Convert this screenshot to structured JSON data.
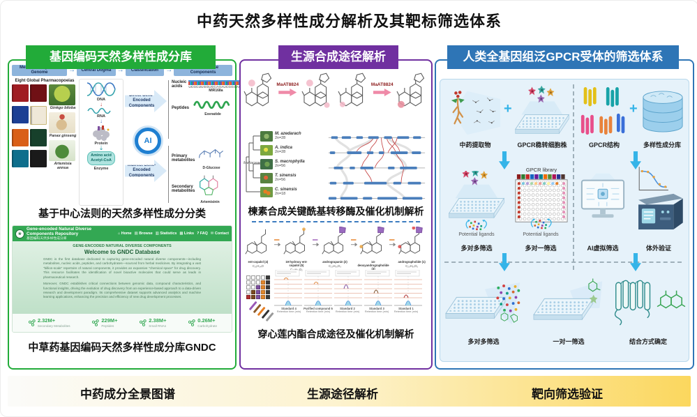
{
  "title": "中药天然多样性成分解析及其靶标筛选体系",
  "left": {
    "header": "基因编码天然多样性成分库",
    "flow": [
      "Medicinal Organism  Genome",
      "Central Dogma",
      "Classification",
      "Natural  Diverse Components"
    ],
    "pharm": "Eight Global Pharmacopoeias",
    "plants": [
      "Ginkgo biloba",
      "Panax ginseng",
      "Artemisia annua"
    ],
    "dogma": {
      "dna": "DNA",
      "rna": "RNA",
      "protein": "Protein",
      "amino1": "Amino acid",
      "amino2": "Acetyl-CoA",
      "enzyme": "Enzyme"
    },
    "ai": "AI",
    "direct": "Direct Gene-Encoded Components",
    "indirect": "Indirect Gene-Encoded Components",
    "out": {
      "nucleic_label": "Nucleic acids",
      "nucleic_seq": "UCGCUUGGUGCAGAUCGGGAC",
      "nucleic_name": "MIR168a",
      "pep_label": "Peptides",
      "pep_name": "Exenatide",
      "prim_label": "Primary metabolites",
      "prim_name": "D-Glucose",
      "sec_label": "Secondary metabolites",
      "sec_name": "Artemisinin"
    },
    "caption1": "基于中心法则的天然多样性成分分类",
    "gndc": {
      "title": "Gene-encoded Natural Diverse Components Repository",
      "subtitle": "基因编码天然多样性成分库",
      "nav": [
        "Home",
        "Browse",
        "Statistics",
        "Links",
        "FAQ",
        "Contact"
      ],
      "nav_icons": [
        "⌂",
        "▤",
        "▥",
        "▦",
        "?",
        "✉"
      ],
      "tagline": "GENE-ENCODED NATURAL DIVERSE COMPONENTS",
      "welcome": "Welcome to GNDC Database",
      "para1": "GNDC is the first database dedicated to capturing gene-encoded natural diverse components—including metabolites, nucleic acids, peptides, and carbohydrates—sourced from herbal medicines. By integrating a vast \"billion-scale\" repertoire of natural components, it provides an expansive \"chemical space\" for drug discovery. This resource facilitates the identification of novel bioactive molecules that could serve as leads in pharmaceutical research.",
      "para2": "Moreover, GNDC establishes critical connections between genomic data, compound characteristics, and functional insights, driving the evolution of drug discovery from an experience-based approach to a data-driven research and development paradigm. Its comprehensive dataset supports advanced analytics and machine learning applications, enhancing the precision and efficiency of new drug development processes.",
      "stats": [
        {
          "value": "2.32M+",
          "label": "Secondary Metabolites"
        },
        {
          "value": "229M+",
          "label": "Peptides"
        },
        {
          "value": "2.38M+",
          "label": "Small RNAs"
        },
        {
          "value": "0.26M+",
          "label": "Carbohydrate"
        }
      ]
    },
    "caption2": "中草药基因编码天然多样性成分库GNDC"
  },
  "middle": {
    "header": "生源合成途径解析",
    "enzyme": "MaAT8824",
    "family": "Meliaceae",
    "species": [
      {
        "name": "M. azedarach",
        "n": "2n=28"
      },
      {
        "name": "A. indica",
        "n": "2n=28"
      },
      {
        "name": "S. macrophylla",
        "n": "2n=56"
      },
      {
        "name": "T. sinensis",
        "n": "2n=56"
      },
      {
        "name": "C. sinensis",
        "n": "2n=18"
      }
    ],
    "caption1": "楝素合成关键酰基转移酶及催化机制解析",
    "compounds": [
      {
        "name": "ent-copalol (4)",
        "f": "C₂₀H₃₄O"
      },
      {
        "name": "19-hydroxy ent-copalol (5)",
        "f": "C₂₀H₃₄O₂"
      },
      {
        "name": "andrograpanin (2)",
        "f": "C₂₀H₃₀O₃"
      },
      {
        "name": "14-deoxyandrographolide (3)",
        "f": "C₂₀H₃₀O₄"
      },
      {
        "name": "andrographolide (1)",
        "f": "C₂₀H₃₀O₅"
      }
    ],
    "standards": [
      "Standard 4",
      "Purified compound 5",
      "Standard 2",
      "Standard 3",
      "Standard 1"
    ],
    "axis": "Retention time (min)",
    "caption2": "穿心莲内酯合成途径及催化机制解析"
  },
  "right": {
    "header": "人类全基因组泛GPCR受体的筛选体系",
    "plus": "+",
    "row1": [
      "中药提取物",
      "GPCR稳转细胞株",
      "GPCR结构",
      "多样性成分库"
    ],
    "library": "GPCR library",
    "ligands": "Potential ligands",
    "row2": [
      "多对多筛选",
      "多对一筛选",
      "AI虚拟筛选",
      "体外验证"
    ],
    "row3": [
      "多对多筛选",
      "一对一筛选",
      "结合方式确定"
    ]
  },
  "footer": {
    "items": [
      "中药成分全景图谱",
      "生源途径解析",
      "靶向筛选验证"
    ]
  }
}
